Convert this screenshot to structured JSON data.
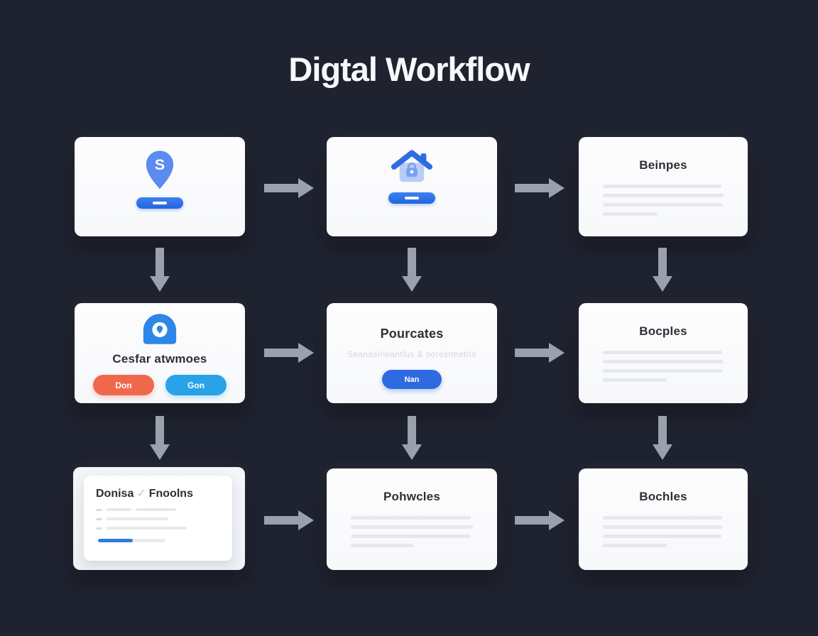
{
  "title": "Digtal Workflow",
  "colors": {
    "background": "#1f2330",
    "card": "#fcfdfe",
    "arrow": "#9aa1ad",
    "primary_blue": "#2e6be0",
    "icon_blue": "#5b8bee",
    "house_fill": "#b9cdf4",
    "house_outline": "#2f6ce0",
    "webcam_blue": "#2d87e9",
    "orange_button": "#f0684c",
    "sky_button": "#29a3e8",
    "progress_blue": "#2e7ce0",
    "skeleton_line": "#e6e8ec"
  },
  "cards": [
    {
      "name": "location",
      "icon": "location-pin-icon",
      "pin_letter": "S",
      "button_icon": "dash-icon"
    },
    {
      "name": "home",
      "icon": "house-lock-icon",
      "button_icon": "dash-icon"
    },
    {
      "name": "beinpes",
      "title": "Beinpes",
      "skeleton": [
        98,
        100,
        99,
        45
      ]
    },
    {
      "name": "cesfar",
      "title": "Cesfar atwmoes",
      "icon": "webcam-icon",
      "buttons": [
        {
          "label": "Don"
        },
        {
          "label": "Gon"
        }
      ]
    },
    {
      "name": "pourcates",
      "title": "Pourcates",
      "subtitle": "Seanasirieantlus & ooresrmetris",
      "button_label": "Nan"
    },
    {
      "name": "bocples",
      "title": "Bocples",
      "skeleton": [
        99,
        100,
        99,
        53
      ]
    },
    {
      "name": "donisa",
      "title": "Donisa",
      "separator": "✓",
      "title2": "Fnoolns",
      "rows": [
        [
          35,
          57
        ],
        [
          87
        ],
        [
          113
        ]
      ],
      "progress_percent": 52
    },
    {
      "name": "pohwcles",
      "title": "Pohwcles",
      "skeleton": [
        98,
        100,
        98,
        51
      ]
    },
    {
      "name": "bochles",
      "title": "Bochles",
      "skeleton": [
        99,
        99,
        98,
        53
      ]
    }
  ]
}
